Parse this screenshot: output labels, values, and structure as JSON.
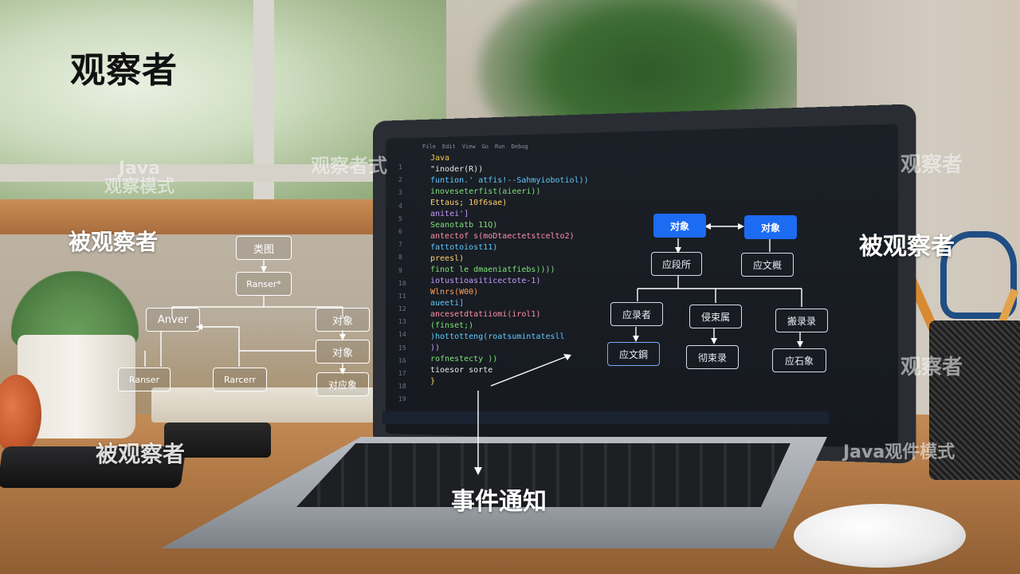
{
  "title": "观察者",
  "labels": {
    "subject_left": "被观察者",
    "subject_right": "被观察者",
    "subject_bottom": "被观察者",
    "event": "事件通知"
  },
  "watermarks": {
    "left_java": "Java",
    "left_mode": "观察模式",
    "center_top": "观察者式",
    "right_top": "观察者",
    "right_mid": "观察者",
    "right_bottom": "Java观件模式"
  },
  "overlay_diagram": {
    "class_diagram": "类图",
    "ranser_top": "Ranser*",
    "anver": "Anver",
    "object_1": "对象",
    "object_2": "对象",
    "ranser_bottom": "Ranser",
    "rarcerr": "Rarcerr",
    "bottom_right": "对应象"
  },
  "screen_diagram": {
    "top_left": "对象",
    "top_right": "对象",
    "mid_left": "应段所",
    "mid_right": "应文概",
    "row3_a": "应录者",
    "row3_b": "侵束属",
    "row3_c": "搬录录",
    "row4_a": "应文鋼",
    "row4_b": "彻束录",
    "row4_c": "应石象"
  },
  "editor": {
    "menu": [
      "File",
      "Edit",
      "View",
      "Go",
      "Run",
      "Debug"
    ],
    "lines": [
      "Java",
      "  \"inoder(R))",
      "   funtion.' atfis!--Sahmyiobotiol))",
      "     inoveseterfist(aieeri))",
      "      Ettaus; 10f6sae)",
      "      anitei']",
      "        Seanotatb 11Q)",
      "          antectof s(moDtaectetstcelto2)",
      "          fattotoiost11)",
      "          preesl)",
      "            finot le dmaeniatfiebs))))",
      "     iotustioasiticectote-1)",
      "    Wlnrs(W00)",
      "     aueeti]",
      "      ancesetdtatiiomi(irol1)",
      "       (finset;)",
      "    )hottotteng(roatsumintatesll",
      "  ))",
      "   rofnestecty ))",
      "  tioesor sorte",
      " }"
    ],
    "line_colors": [
      "#f1c94e",
      "#e6e6e6",
      "#5fc9ff",
      "#7ee07a",
      "#ffd166",
      "#c79bff",
      "#7ee07a",
      "#ff8fab",
      "#5fc9ff",
      "#ffd166",
      "#7ee07a",
      "#c79bff",
      "#ff9f5a",
      "#5fc9ff",
      "#ff8fab",
      "#7ee07a",
      "#5fc9ff",
      "#c79bff",
      "#7ee07a",
      "#e6e6e6",
      "#ffd166"
    ]
  }
}
